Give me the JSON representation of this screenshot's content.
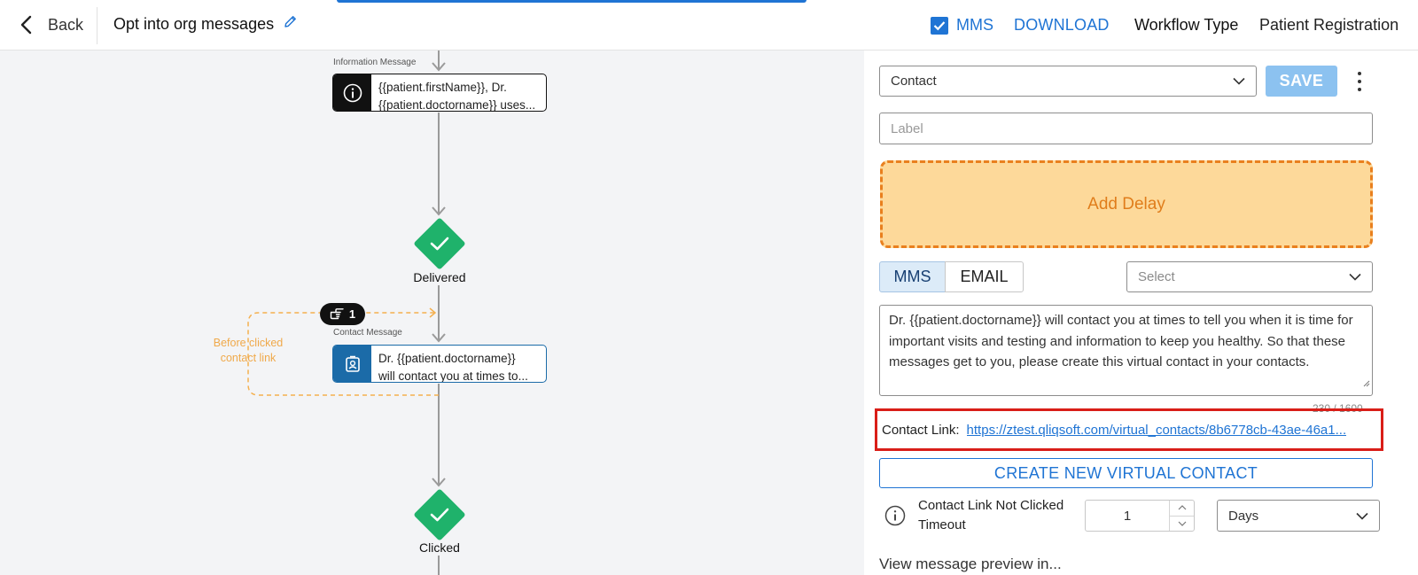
{
  "header": {
    "back_label": "Back",
    "title": "Opt into org messages",
    "mms_label": "MMS",
    "mms_checked": true,
    "download_label": "DOWNLOAD",
    "workflow_type_label": "Workflow Type",
    "workflow_type_value": "Patient Registration"
  },
  "canvas": {
    "info_caption": "Information Message",
    "info_node": {
      "line1": "{{patient.firstName}}, Dr.",
      "line2": "{{patient.doctorname}} uses..."
    },
    "delivered_label": "Delivered",
    "click_count": "1",
    "contact_caption": "Contact Message",
    "contact_node": {
      "line1": "Dr. {{patient.doctorname}}",
      "line2": "will contact you at times to..."
    },
    "before_clicked_label": "Before clicked contact link",
    "clicked_label": "Clicked"
  },
  "panel": {
    "type_select": "Contact",
    "save_label": "SAVE",
    "label_placeholder": "Label",
    "add_delay_label": "Add Delay",
    "tab_mms": "MMS",
    "tab_email": "EMAIL",
    "select_placeholder": "Select",
    "message": "Dr. {{patient.doctorname}} will contact you at times to tell you when it is time for important visits and testing and information to keep you healthy.  So that these messages get to you, please create this virtual contact in your contacts.",
    "char_counter": "230 / 1600",
    "contact_link_label": "Contact Link:",
    "contact_link_url": "https://ztest.qliqsoft.com/virtual_contacts/8b6778cb-43ae-46a1...",
    "create_button": "CREATE NEW VIRTUAL CONTACT",
    "timeout_label": "Contact Link Not Clicked Timeout",
    "timeout_value": "1",
    "timeout_unit": "Days",
    "cutoff_text": "View message preview in..."
  },
  "colors": {
    "accent": "#1f74d4",
    "success": "#1fb26b",
    "delay_fill": "#fdd99a",
    "delay_border": "#e9801e",
    "highlight": "#d91e18"
  }
}
